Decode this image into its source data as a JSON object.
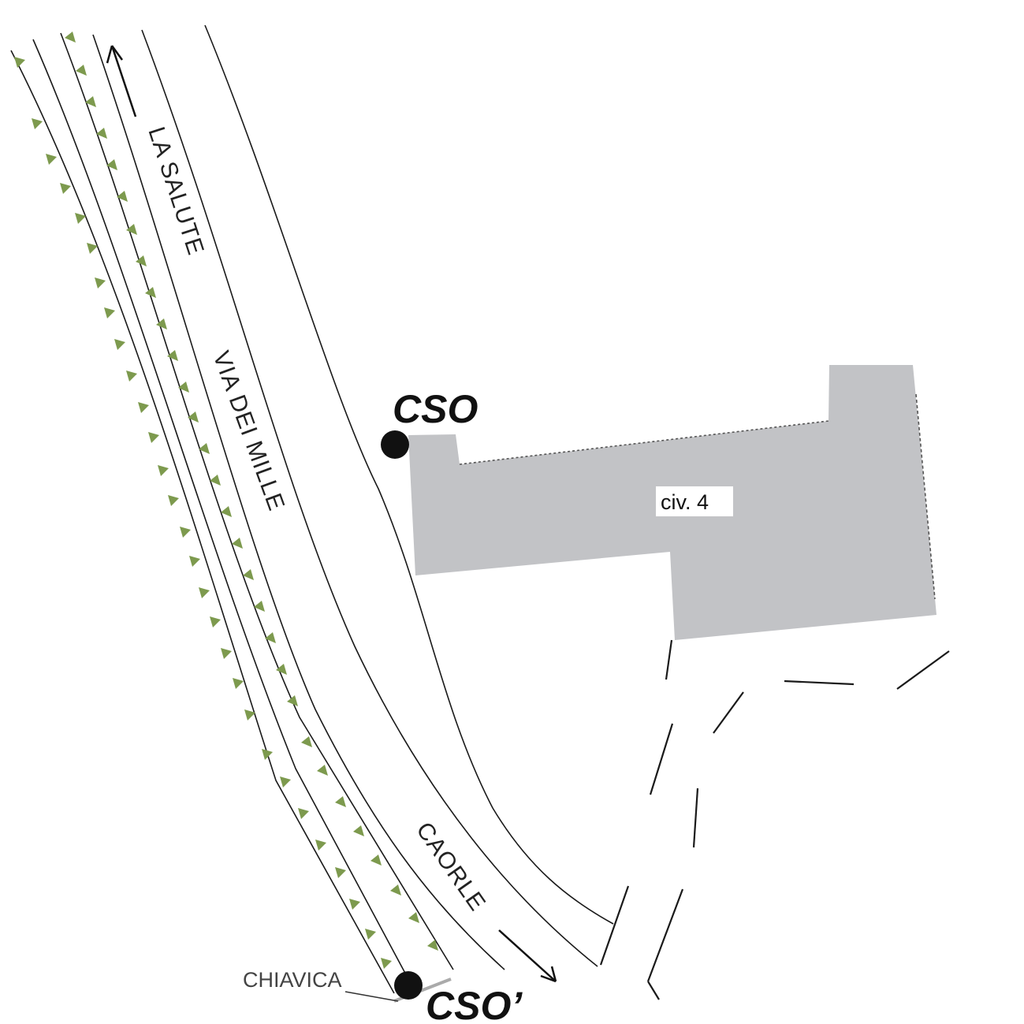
{
  "map": {
    "street_labels": {
      "la_salute": "LA SALUTE",
      "via_dei_mille": "VIA DEI MILLE",
      "caorle": "CAORLE"
    },
    "markers": {
      "cso_top": "CSO",
      "cso_bottom": "CSO’"
    },
    "chiavica_label": "CHIAVICA",
    "building_label": "civ. 4",
    "colors": {
      "building": "#c2c3c6",
      "embankment_triangles": "#7d9a4e",
      "lines": "#1a1a1a",
      "marker": "#111111"
    },
    "icons": {
      "direction_arrow_up": "arrow-up-icon",
      "direction_arrow_down": "arrow-down-right-icon",
      "marker_dot": "filled-circle-icon"
    }
  }
}
